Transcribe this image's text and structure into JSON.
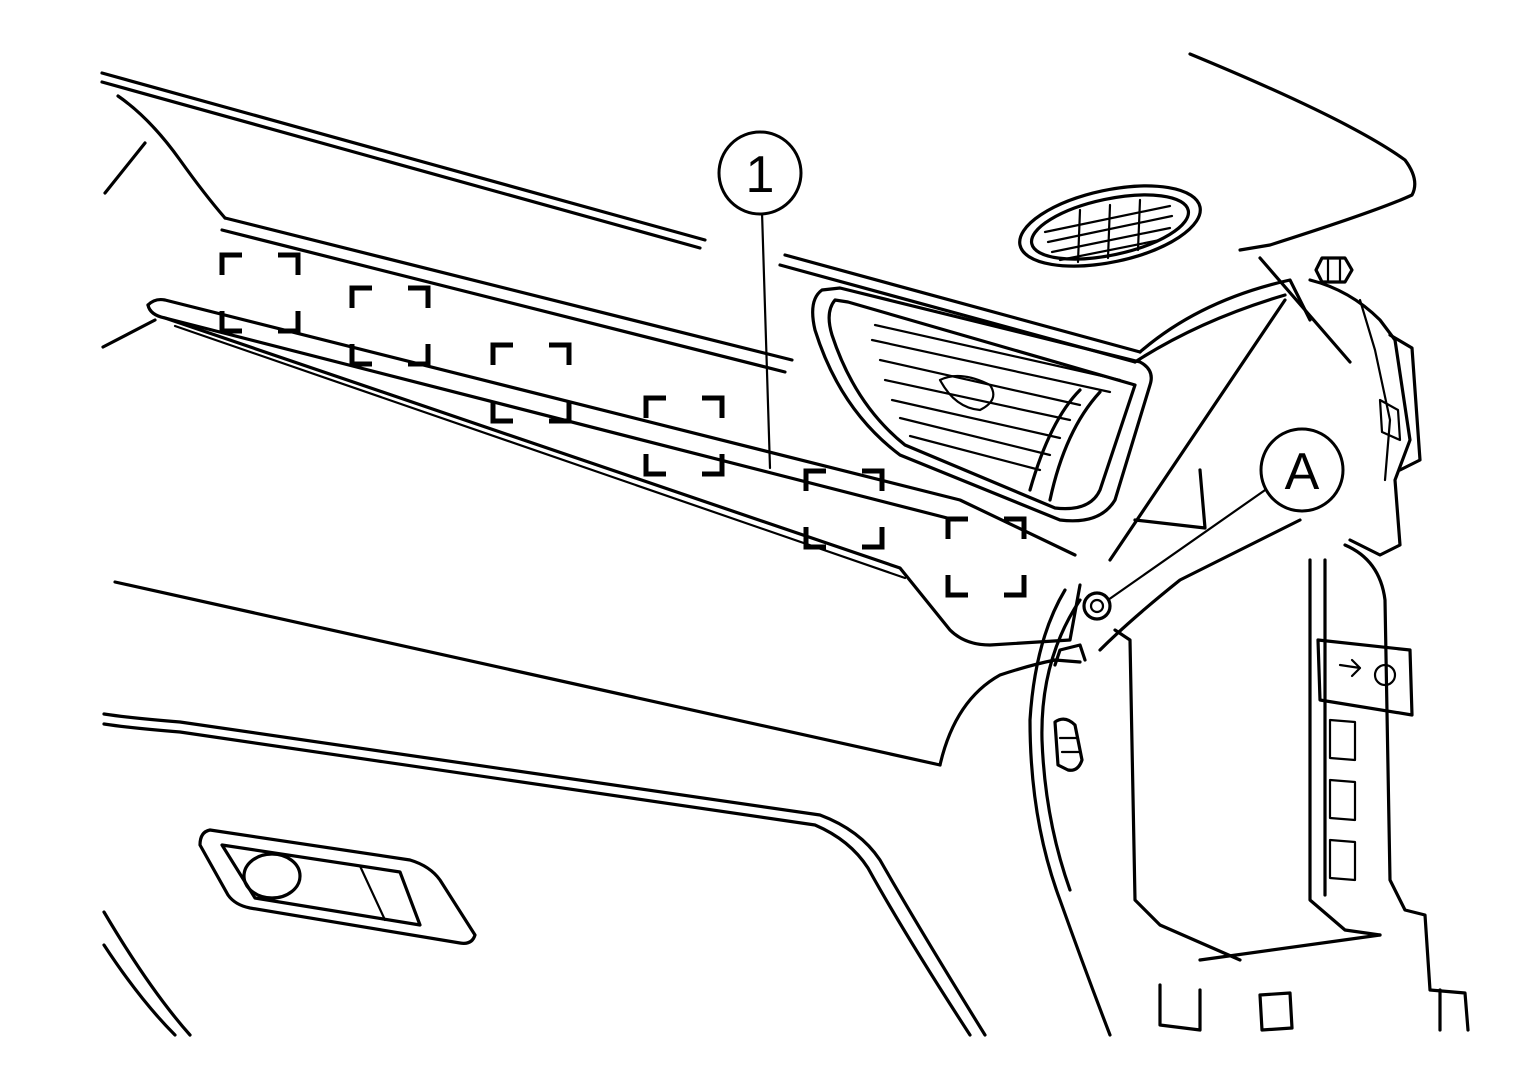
{
  "callouts": [
    {
      "id": "part-1",
      "label": "1"
    },
    {
      "id": "detail-a",
      "label": "A"
    }
  ],
  "clip_count": 6,
  "colors": {
    "line": "#000000",
    "background": "#ffffff"
  }
}
